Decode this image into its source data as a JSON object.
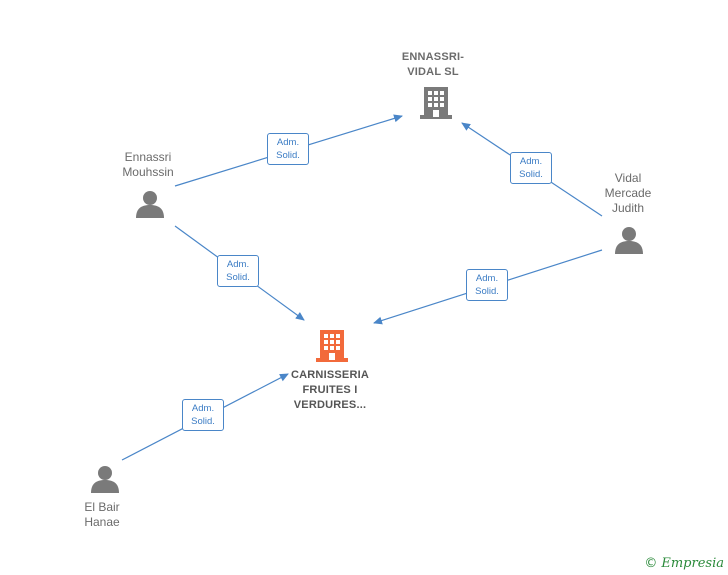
{
  "nodes": {
    "ennassri_vidal": {
      "lines": [
        "ENNASSRI-",
        "VIDAL  SL"
      ]
    },
    "ennassri_mouhssin": {
      "lines": [
        "Ennassri",
        "Mouhssin"
      ]
    },
    "vidal_mercade": {
      "lines": [
        "Vidal",
        "Mercade",
        "Judith"
      ]
    },
    "carnisseria": {
      "lines": [
        "CARNISSERIA",
        "FRUITES I",
        "VERDURES..."
      ]
    },
    "el_bair": {
      "lines": [
        "El Bair",
        "Hanae"
      ]
    }
  },
  "edges": [
    {
      "line1": "Adm.",
      "line2": "Solid."
    },
    {
      "line1": "Adm.",
      "line2": "Solid."
    },
    {
      "line1": "Adm.",
      "line2": "Solid."
    },
    {
      "line1": "Adm.",
      "line2": "Solid."
    },
    {
      "line1": "Adm.",
      "line2": "Solid."
    }
  ],
  "footer": {
    "copyright": "©",
    "brand": "Empresia"
  },
  "colors": {
    "edge": "#4a86c8",
    "node": "#7a7a7a",
    "main_node": "#f26a3b"
  }
}
